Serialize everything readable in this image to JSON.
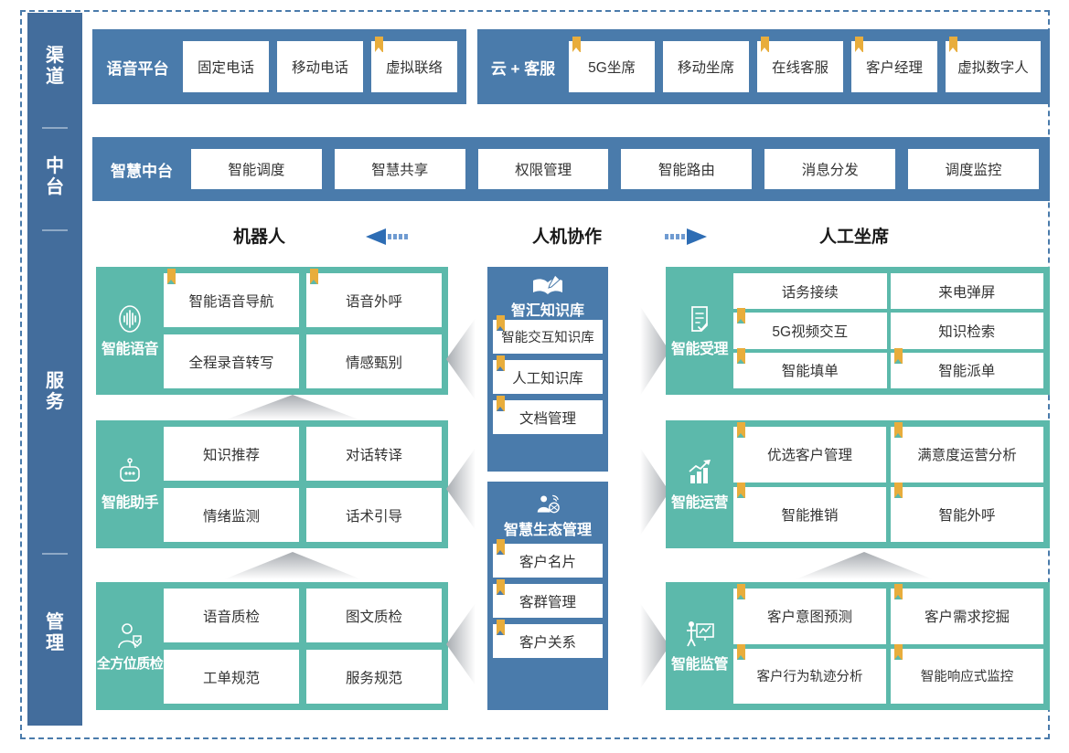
{
  "colors": {
    "blue": "#4a7bab",
    "sidebar_blue": "#436d9c",
    "green": "#5cb9ab",
    "flag_gold": "#e8ad3c",
    "chip_white": "#ffffff",
    "frame_dash": "#4a7bab"
  },
  "sidebar": {
    "items": [
      {
        "label": "渠道",
        "name": "sidebar-label-channel"
      },
      {
        "label": "中台",
        "name": "sidebar-label-midplatform"
      },
      {
        "label": "服务",
        "name": "sidebar-label-service"
      },
      {
        "label": "管理",
        "name": "sidebar-label-management"
      }
    ]
  },
  "channel_row": {
    "groups": [
      {
        "title": "语音平台",
        "chips": [
          {
            "label": "固定电话",
            "flag": false
          },
          {
            "label": "移动电话",
            "flag": false
          },
          {
            "label": "虚拟联络",
            "flag": true
          }
        ]
      },
      {
        "title": "云 + 客服",
        "chips": [
          {
            "label": "5G坐席",
            "flag": true
          },
          {
            "label": "移动坐席",
            "flag": false
          },
          {
            "label": "在线客服",
            "flag": true
          },
          {
            "label": "客户经理",
            "flag": true
          },
          {
            "label": "虚拟数字人",
            "flag": true
          }
        ]
      }
    ]
  },
  "platform_row": {
    "title": "智慧中台",
    "chips": [
      {
        "label": "智能调度"
      },
      {
        "label": "智慧共享"
      },
      {
        "label": "权限管理"
      },
      {
        "label": "智能路由"
      },
      {
        "label": "消息分发"
      },
      {
        "label": "调度监控"
      }
    ]
  },
  "column_headers": {
    "left": "机器人",
    "center": "人机协作",
    "right": "人工坐席"
  },
  "left_panels": [
    {
      "name": "智能语音",
      "icon": "voice-wave-icon",
      "items": [
        {
          "label": "智能语音导航",
          "flag": true
        },
        {
          "label": "语音外呼",
          "flag": true
        },
        {
          "label": "全程录音转写",
          "flag": false
        },
        {
          "label": "情感甄别",
          "flag": false
        }
      ]
    },
    {
      "name": "智能助手",
      "icon": "robot-icon",
      "items": [
        {
          "label": "知识推荐",
          "flag": false
        },
        {
          "label": "对话转译",
          "flag": false
        },
        {
          "label": "情绪监测",
          "flag": false
        },
        {
          "label": "话术引导",
          "flag": false
        }
      ]
    },
    {
      "name": "全方位质检",
      "icon": "person-shield-icon",
      "items": [
        {
          "label": "语音质检",
          "flag": false
        },
        {
          "label": "图文质检",
          "flag": false
        },
        {
          "label": "工单规范",
          "flag": false
        },
        {
          "label": "服务规范",
          "flag": false
        }
      ]
    }
  ],
  "center_stacks": [
    {
      "title": "智汇知识库",
      "icon": "book-pen-icon",
      "items": [
        {
          "label": "智能交互知识库",
          "flag": true
        },
        {
          "label": "人工知识库",
          "flag": true
        },
        {
          "label": "文档管理",
          "flag": true
        }
      ]
    },
    {
      "title": "智慧生态管理",
      "icon": "person-network-icon",
      "items": [
        {
          "label": "客户名片",
          "flag": true
        },
        {
          "label": "客群管理",
          "flag": true
        },
        {
          "label": "客户关系",
          "flag": true
        }
      ]
    }
  ],
  "right_panels": [
    {
      "name": "智能受理",
      "icon": "form-check-icon",
      "rows": 3,
      "items": [
        {
          "label": "话务接续",
          "flag": false
        },
        {
          "label": "来电弹屏",
          "flag": false
        },
        {
          "label": "5G视频交互",
          "flag": true
        },
        {
          "label": "知识检索",
          "flag": false
        },
        {
          "label": "智能填单",
          "flag": true
        },
        {
          "label": "智能派单",
          "flag": true
        }
      ]
    },
    {
      "name": "智能运营",
      "icon": "bar-chart-arrow-icon",
      "rows": 2,
      "items": [
        {
          "label": "优选客户管理",
          "flag": true
        },
        {
          "label": "满意度运营分析",
          "flag": true
        },
        {
          "label": "智能推销",
          "flag": true
        },
        {
          "label": "智能外呼",
          "flag": true
        }
      ]
    },
    {
      "name": "智能监管",
      "icon": "presenter-chart-icon",
      "rows": 2,
      "items": [
        {
          "label": "客户意图预测",
          "flag": true
        },
        {
          "label": "客户需求挖掘",
          "flag": true
        },
        {
          "label": "客户行为轨迹分析",
          "flag": true
        },
        {
          "label": "智能响应式监控",
          "flag": true
        }
      ]
    }
  ]
}
